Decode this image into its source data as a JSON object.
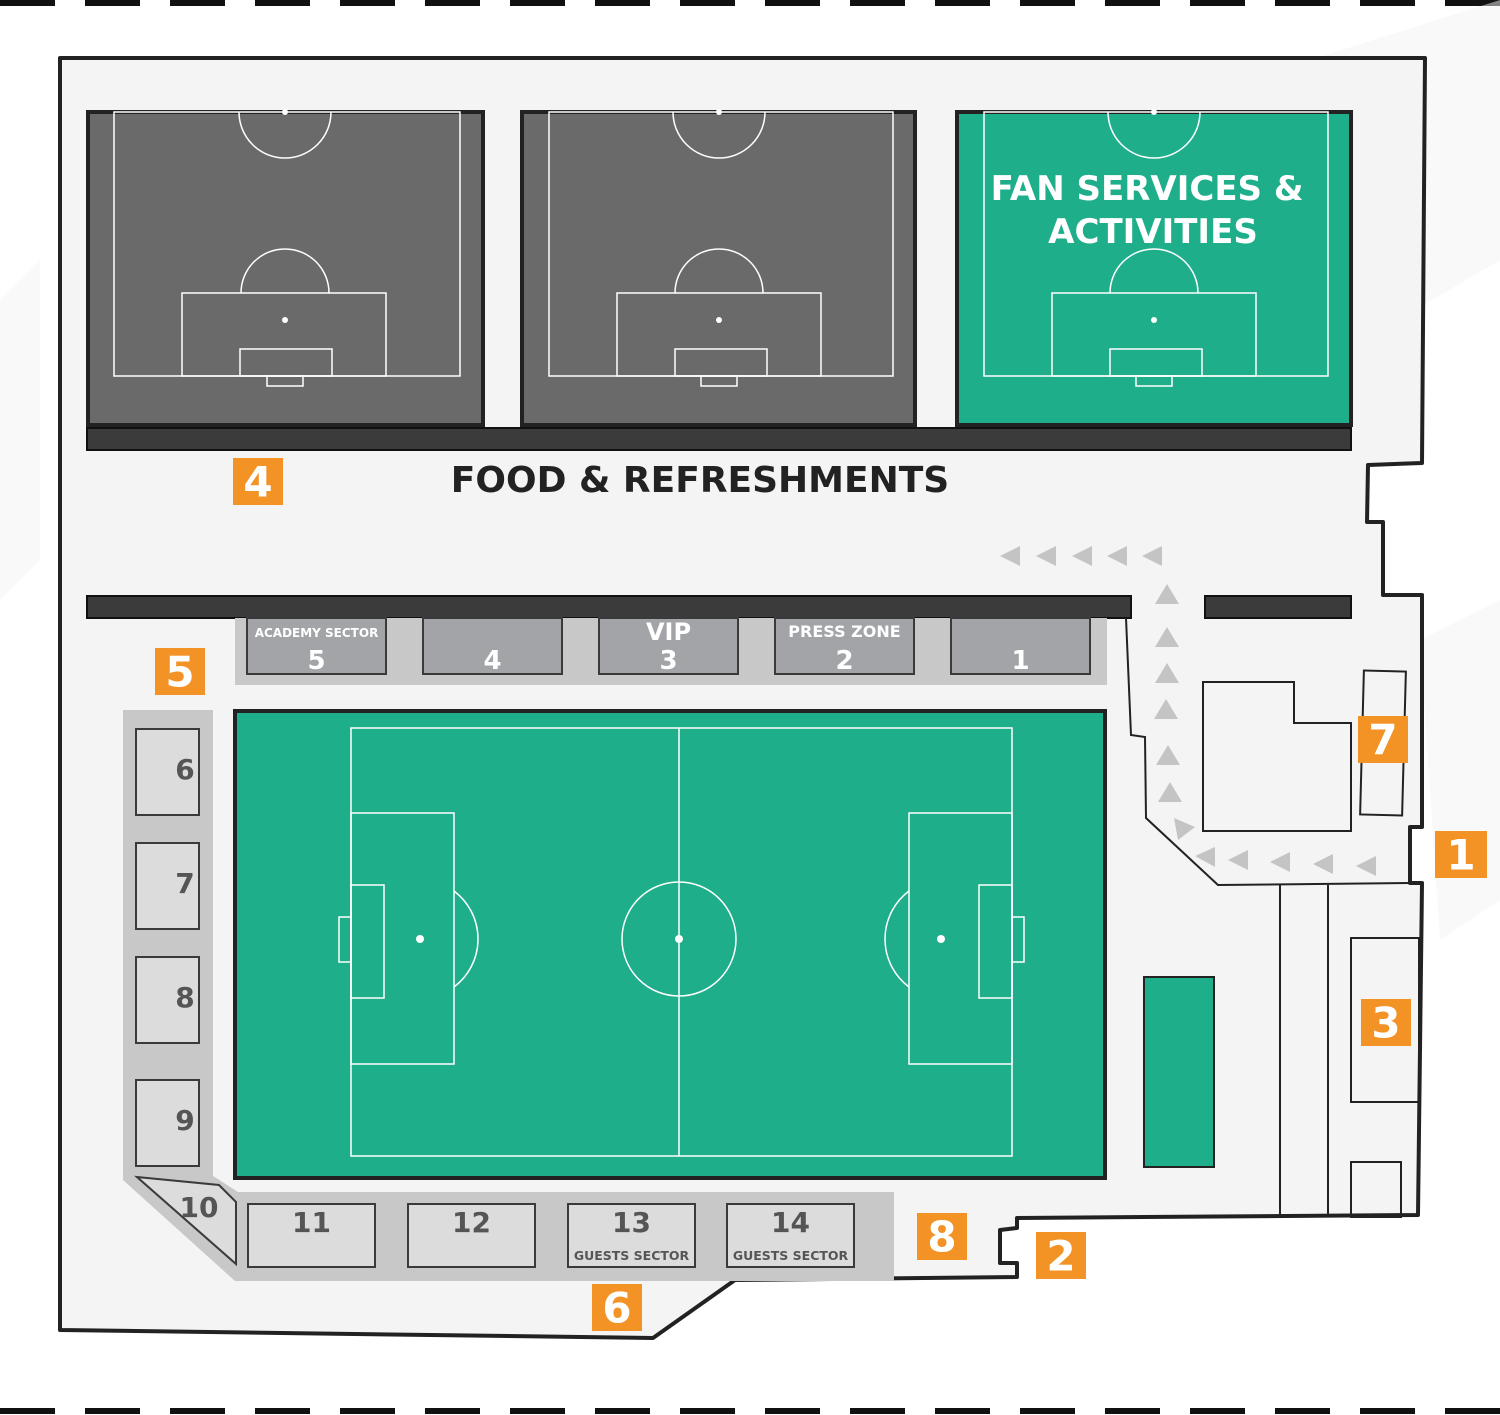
{
  "areas": {
    "fan_services": "FAN SERVICES &\nACTIVITIES",
    "food": "FOOD & REFRESHMENTS"
  },
  "sectors_top": [
    {
      "caption": "ACADEMY SECTOR",
      "number": "5"
    },
    {
      "caption": "",
      "number": "4"
    },
    {
      "caption": "VIP",
      "number": "3"
    },
    {
      "caption": "PRESS ZONE",
      "number": "2"
    },
    {
      "caption": "",
      "number": "1"
    }
  ],
  "sectors_left": [
    "6",
    "7",
    "8",
    "9",
    "10"
  ],
  "sectors_bottom": [
    {
      "number": "11",
      "caption": ""
    },
    {
      "number": "12",
      "caption": ""
    },
    {
      "number": "13",
      "caption": "GUESTS SECTOR"
    },
    {
      "number": "14",
      "caption": "GUESTS SECTOR"
    }
  ],
  "entrances": [
    "1",
    "2",
    "3",
    "4",
    "5",
    "6",
    "7",
    "8"
  ],
  "colors": {
    "pitch_green": "#1fae8a",
    "training_pitch_grey": "#6a6a6a",
    "marker_orange": "#f39325",
    "ground_light": "#f4f4f4",
    "stand_grey": "#c8c8c8",
    "box_grey": "#a2a4a7",
    "outline_dark": "#222222"
  }
}
